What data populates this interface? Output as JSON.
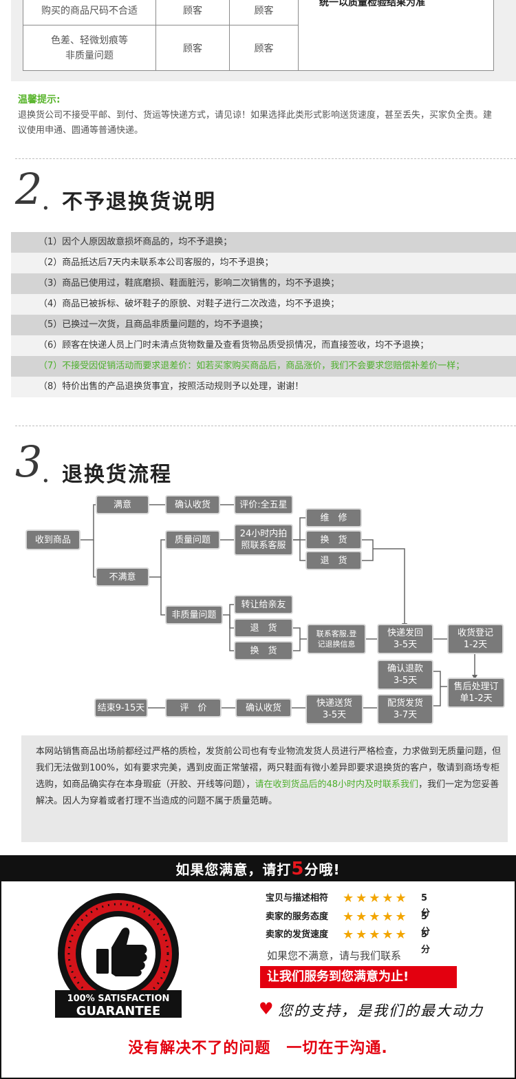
{
  "returns_table": {
    "rows": [
      {
        "reason": "购买的商品尺码不合适",
        "party_a": "顾客",
        "party_b": "顾客"
      },
      {
        "reason": "色差、轻微划痕等\n非质量问题",
        "party_a": "顾客",
        "party_b": "顾客"
      }
    ],
    "side_note": "统一以质量检验结果为准"
  },
  "tips": {
    "title": "温馨提示:",
    "text": "退换货公司不接受平邮、到付、货运等快递方式，请见谅！如果选择此类形式影响送货速度，甚至丢失，买家负全责。建议使用申通、圆通等普通快递。"
  },
  "section2": {
    "number": "2",
    "title": "不予退换货说明",
    "rules": [
      "（1）因个人原因故意损坏商品的，均不予退换；",
      "（2）商品抵达后7天内未联系本公司客服的，均不予退换；",
      "（3）商品已使用过，鞋底磨损、鞋面脏污，影响二次销售的，均不予退换；",
      "（4）商品已被拆标、破坏鞋子的原貌、对鞋子进行二次改造，均不予退换；",
      "（5）已换过一次货，且商品非质量问题的，均不予退换；",
      "（6）顾客在快递人员上门时未清点货物数量及查看货物品质受损情况，而直接签收，均不予退换；",
      "（7）不接受因促销活动而要求退差价：如若买家购买商品后，商品涨价，我们不会要求您赔偿补差价一样；",
      "（8）特价出售的产品退换货事宜，按照活动规则予以处理，谢谢！"
    ]
  },
  "section3": {
    "number": "3",
    "title": "退换货流程",
    "flow": {
      "receive": "收到商品",
      "satisfied": "满意",
      "confirm_receipt": "确认收货",
      "review_5star": "评价:全五星",
      "unsatisfied": "不满意",
      "quality_issue": "质量问题",
      "photo_contact": "24小时内拍\n照联系客服",
      "repair": "维　修",
      "exchange": "换　货",
      "return": "退　货",
      "non_quality": "非质量问题",
      "transfer": "转让给亲友",
      "return2": "退　货",
      "exchange2": "换　货",
      "contact_register": "联系客服,登\n记退换信息",
      "express_back": "快递发回\n3-5天",
      "receive_register": "收货登记\n1-2天",
      "confirm_refund": "确认退款\n3-5天",
      "after_sale": "售后处理订\n单1-2天",
      "ship_goods": "配货发货\n3-7天",
      "express_deliver": "快递送货\n3-5天",
      "confirm_receipt2": "确认收货",
      "evaluate": "评　价",
      "end": "结束9-15天"
    },
    "note_main": "本网站销售商品出场前都经过严格的质检，发货前公司也有专业物流发货人员进行严格检查，力求做到无质量问题，但我们无法做到100%，如有要求完美，遇到皮面正常皱褶，两只鞋面有微小差异即要求退换货的客户，敬请到商场专柜选购，如商品确实存在本身瑕疵（开胶、开线等问题），",
    "note_green": "请在收到货品后的48小时内及时联系我们",
    "note_tail": "，我们一定为您妥善解决。因人为穿着或者打理不当造成的问题不属于质量范畴。"
  },
  "satisfaction": {
    "header_before": "如果您满意，请打",
    "header_num": "5",
    "header_after": "分哦!",
    "badge_line1": "100% SATISFACTION",
    "badge_line2": "GUARANTEE",
    "ratings": [
      {
        "label": "宝贝与描述相符",
        "stars": "★★★★★",
        "score": "5分"
      },
      {
        "label": "卖家的服务态度",
        "stars": "★★★★★",
        "score": "5分"
      },
      {
        "label": "卖家的发货速度",
        "stars": "★★★★★",
        "score": "5分"
      }
    ],
    "contact": "如果您不满意，请与我们联系",
    "banner": "让我们服务到您满意为止!",
    "signature": "您的支持，是我们的最大动力",
    "slogan": "没有解决不了的问题　一切在于沟通."
  }
}
